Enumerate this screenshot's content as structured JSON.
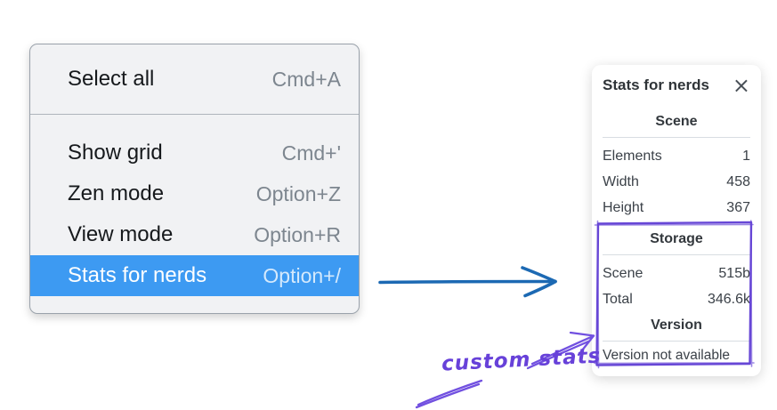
{
  "context_menu": {
    "items": [
      {
        "label": "Select all",
        "shortcut": "Cmd+A"
      },
      {
        "label": "Show grid",
        "shortcut": "Cmd+'"
      },
      {
        "label": "Zen mode",
        "shortcut": "Option+Z"
      },
      {
        "label": "View mode",
        "shortcut": "Option+R"
      },
      {
        "label": "Stats for nerds",
        "shortcut": "Option+/"
      }
    ],
    "active_item": "Stats for nerds"
  },
  "stats_panel": {
    "title": "Stats for nerds",
    "close_icon": "×",
    "sections": [
      {
        "title": "Scene",
        "rows": [
          {
            "label": "Elements",
            "value": "1"
          },
          {
            "label": "Width",
            "value": "458"
          },
          {
            "label": "Height",
            "value": "367"
          }
        ]
      },
      {
        "title": "Storage",
        "rows": [
          {
            "label": "Scene",
            "value": "515b"
          },
          {
            "label": "Total",
            "value": "346.6k"
          }
        ]
      },
      {
        "title": "Version",
        "message": "Version not available"
      }
    ]
  },
  "annotation": {
    "label": "custom stats"
  },
  "colors": {
    "menu_highlight": "#3d9af2",
    "menu_background": "#f1f2f4",
    "menu_border": "#9aa2ab",
    "shortcut_text": "#7d868f",
    "blue_arrow": "#1c69b3",
    "purple_annotation": "#6747d6",
    "panel_text": "#343a40"
  }
}
